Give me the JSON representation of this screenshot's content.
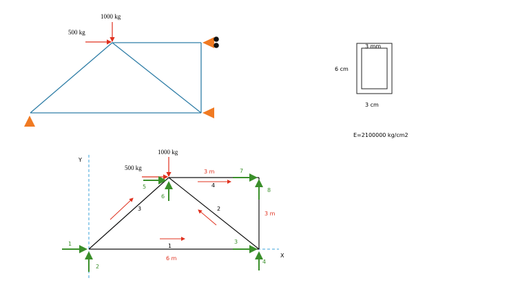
{
  "top_truss": {
    "load_vertical": "1000 kg",
    "load_horizontal": "500 kg"
  },
  "section": {
    "thickness_label": "3 mm",
    "height_label": "6 cm",
    "width_label": "3 cm",
    "modulus_label": "E=2100000 kg/cm2"
  },
  "analysis_truss": {
    "load_vertical": "1000 kg",
    "load_horizontal": "500 kg",
    "axis_x": "X",
    "axis_y": "Y",
    "dim_top": "3 m",
    "dim_right": "3 m",
    "dim_bottom": "6 m",
    "members": [
      "1",
      "2",
      "3",
      "4"
    ],
    "dofs": [
      "1",
      "2",
      "3",
      "4",
      "5",
      "6",
      "7",
      "8"
    ]
  },
  "colors": {
    "member": "#2e7da6",
    "support": "#f07a22",
    "load": "#e0301e",
    "dof": "#3a8f2a",
    "axis": "#3aa0d8"
  }
}
